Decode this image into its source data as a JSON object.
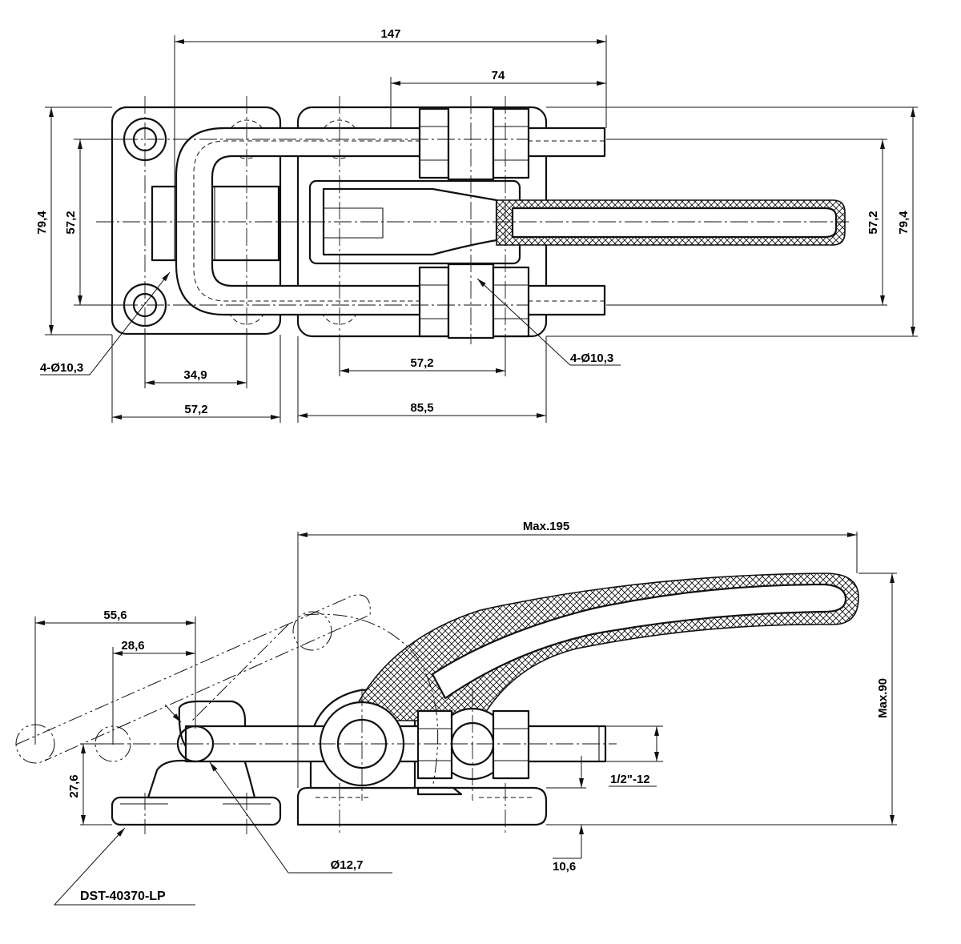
{
  "top_view": {
    "overall_length": "147",
    "stud_span": "74",
    "base_width_left": "79,4",
    "hole_pitch_left": "57,2",
    "base_width_right": "79,4",
    "hole_pitch_right": "57,2",
    "hole_spacing_left": "34,9",
    "base_length_left": "57,2",
    "hole_spacing_right": "57,2",
    "base_length_right": "85,5",
    "holes_left": "4-Ø10,3",
    "holes_right": "4-Ø10,3"
  },
  "side_view": {
    "max_length": "Max.195",
    "max_height": "Max.90",
    "travel_total": "55,6",
    "travel_catch": "28,6",
    "catch_height": "27,6",
    "thread": "1/2\"-12",
    "base_height": "10,6",
    "bolt_diameter": "Ø12,7",
    "catch_part_number": "DST-40370-LP"
  }
}
